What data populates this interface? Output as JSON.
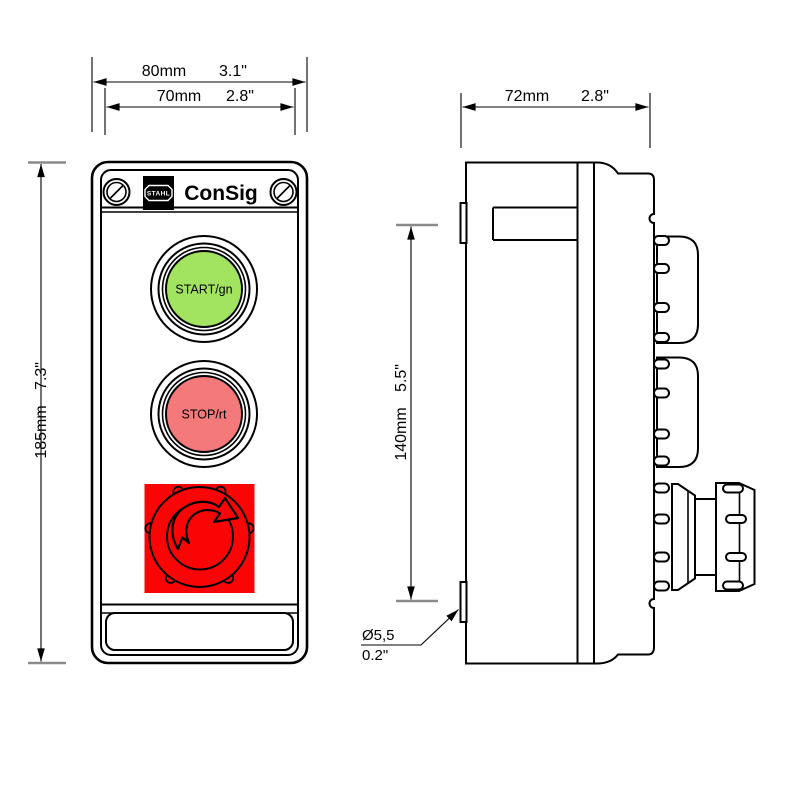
{
  "drawing": {
    "brand_logo": "STAHL",
    "title": "ConSig",
    "front_view": {
      "start_button_label": "START/gn",
      "stop_button_label": "STOP/rt"
    },
    "dimensions": {
      "outer_width_mm": "80mm",
      "outer_width_in": "3.1\"",
      "inner_width_mm": "70mm",
      "inner_width_in": "2.8\"",
      "height_mm": "185mm",
      "height_in": "7.3\"",
      "depth_mm": "72mm",
      "depth_in": "2.8\"",
      "hole_spacing_mm": "140mm",
      "hole_spacing_in": "5.5\"",
      "hole_diameter_mm": "Ø5,5",
      "hole_diameter_in": "0.2\""
    },
    "colors": {
      "start_green": "#A2E45F",
      "stop_red": "#F4797A",
      "estop_red": "#FA0406",
      "line": "#000000"
    },
    "icons": {
      "screw": "slotted-screw-head",
      "logo_shape": "octagon-badge",
      "estop_arrow": "rotate-clockwise-release-arrow"
    }
  }
}
